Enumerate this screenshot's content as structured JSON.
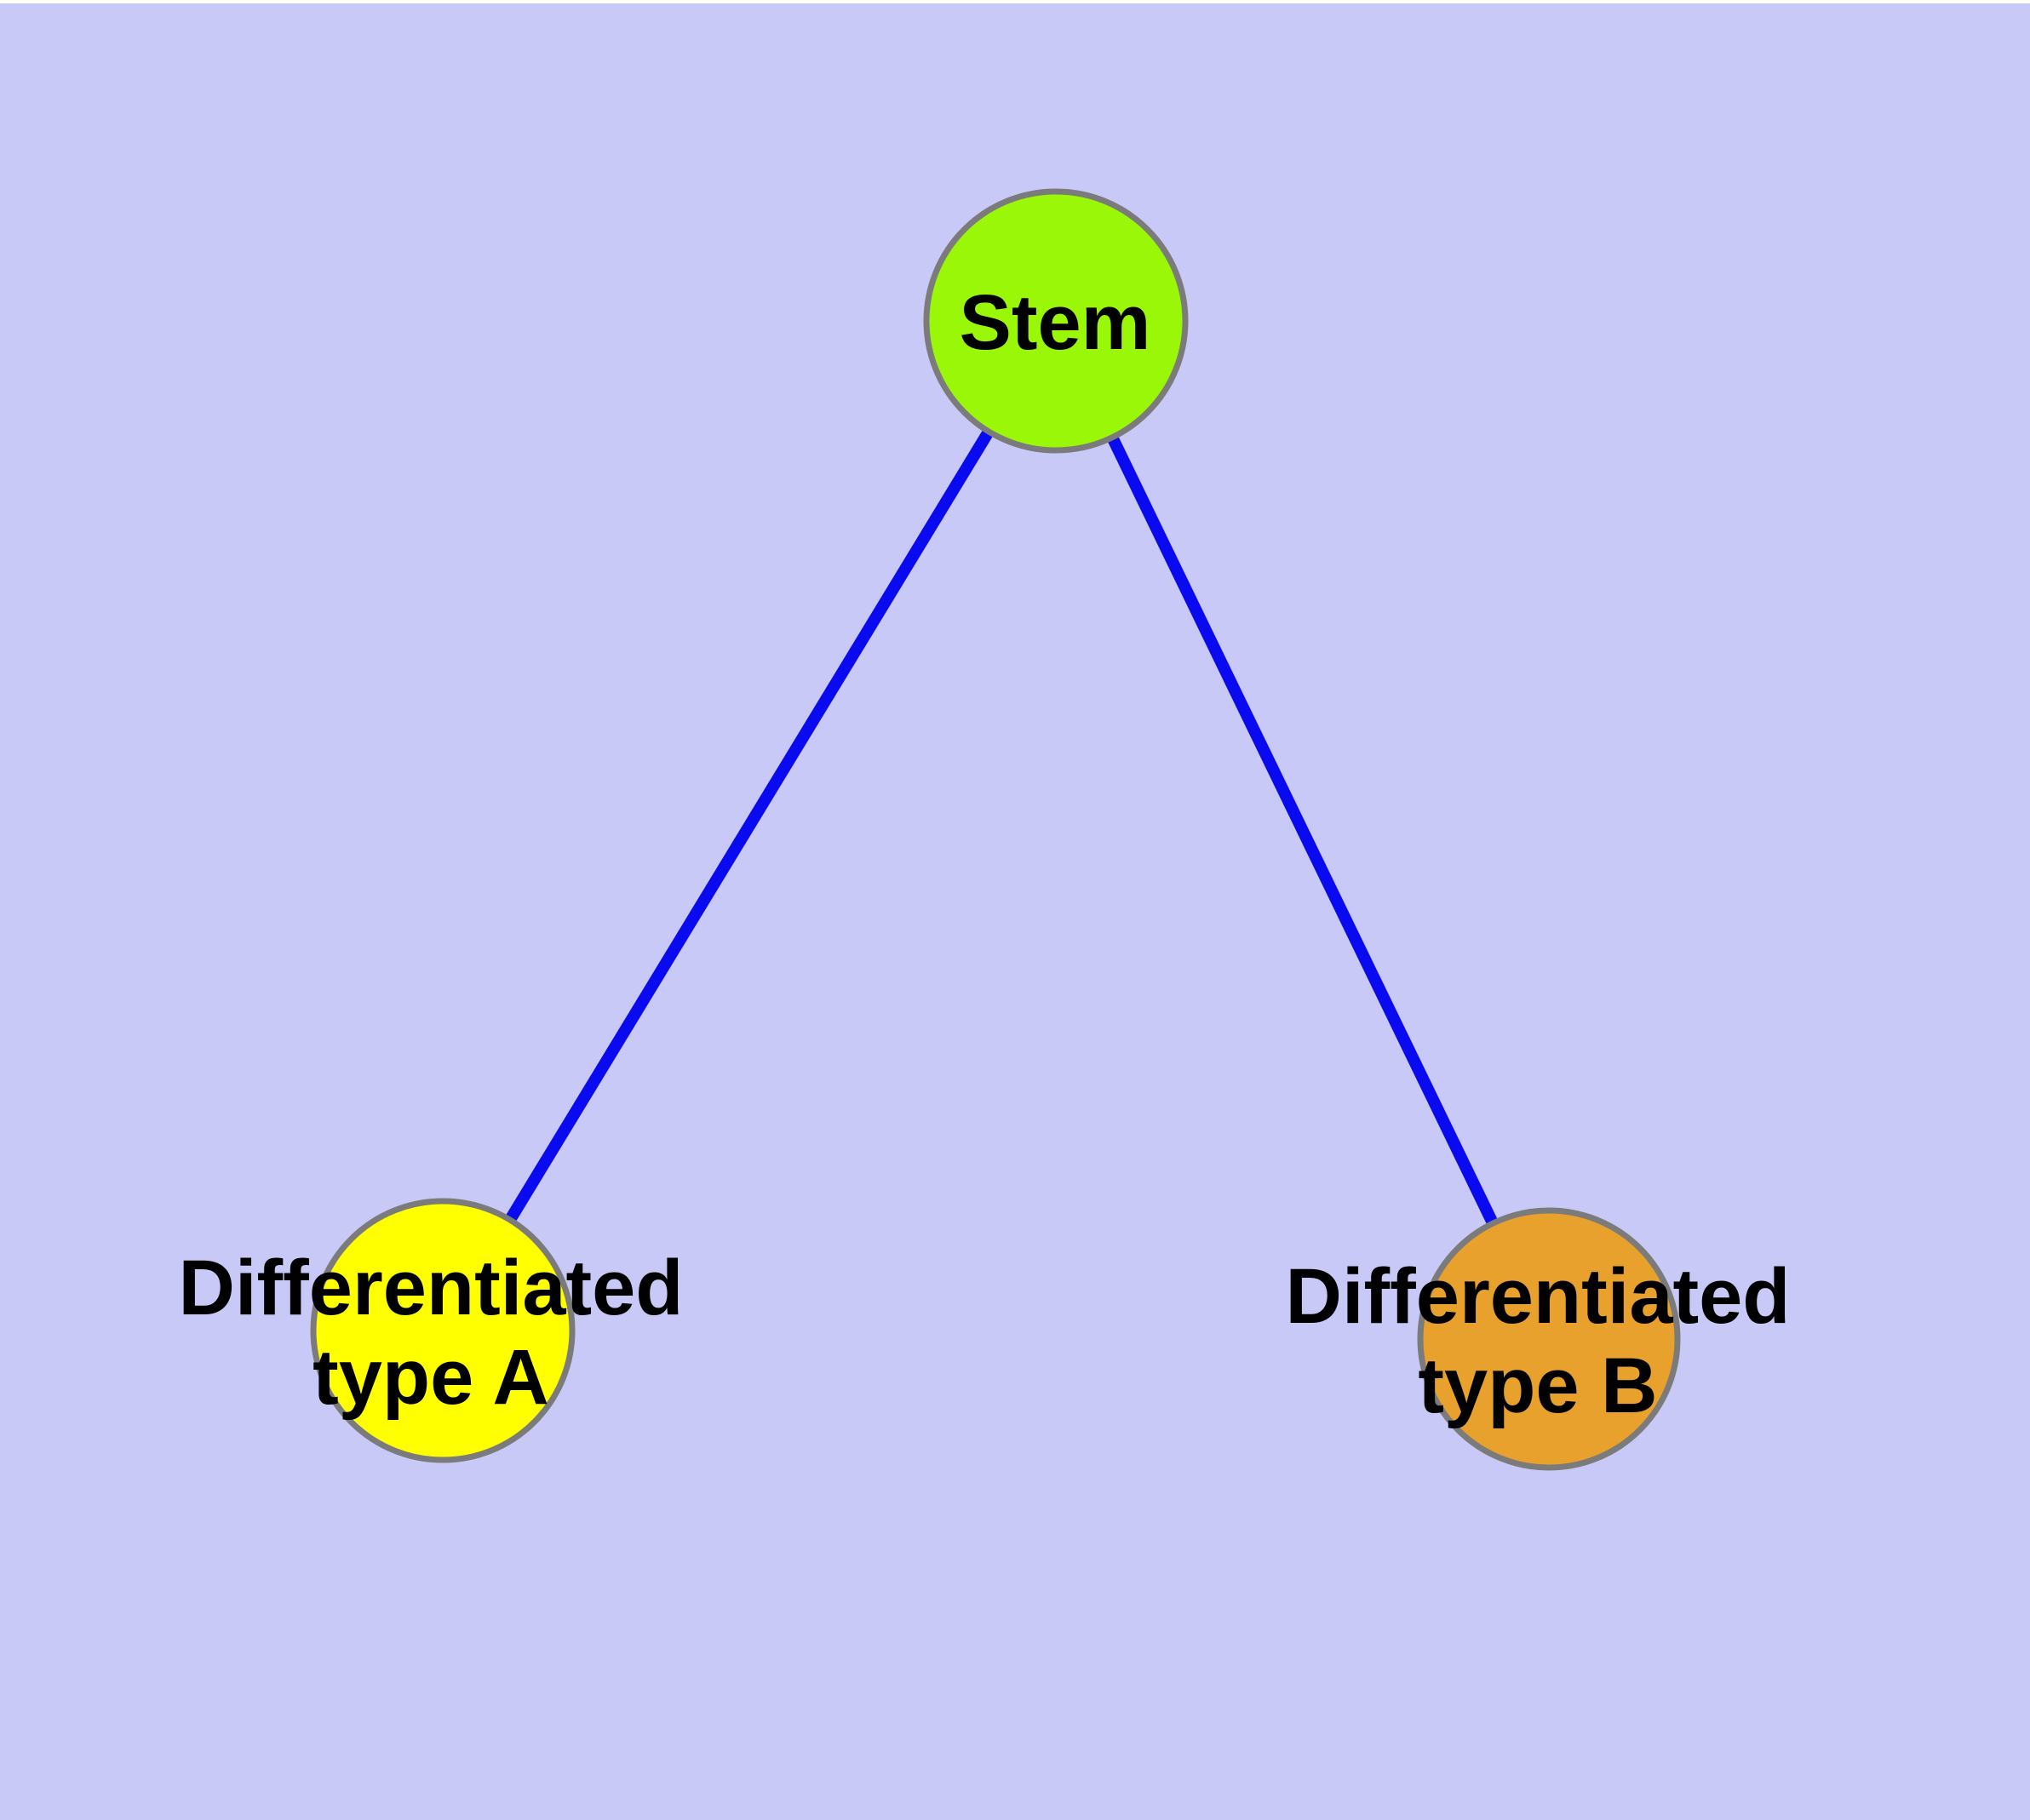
{
  "diagram": {
    "type": "node-link-graph",
    "background_color": "#c9c9f7",
    "top_margin_color": "#ffffff",
    "edge_color": "#0a0af0",
    "node_border_color": "#7b7b7b",
    "nodes": [
      {
        "id": "stem",
        "label": "Stem",
        "fill": "#9bf708"
      },
      {
        "id": "type-a",
        "label_line1": "Differentiated",
        "label_line2": "type A",
        "fill": "#ffff00"
      },
      {
        "id": "type-b",
        "label_line1": "Differentiated",
        "label_line2": "type B",
        "fill": "#e8a12d"
      }
    ],
    "edges": [
      {
        "from": "stem",
        "to": "type-a"
      },
      {
        "from": "stem",
        "to": "type-b"
      }
    ]
  }
}
